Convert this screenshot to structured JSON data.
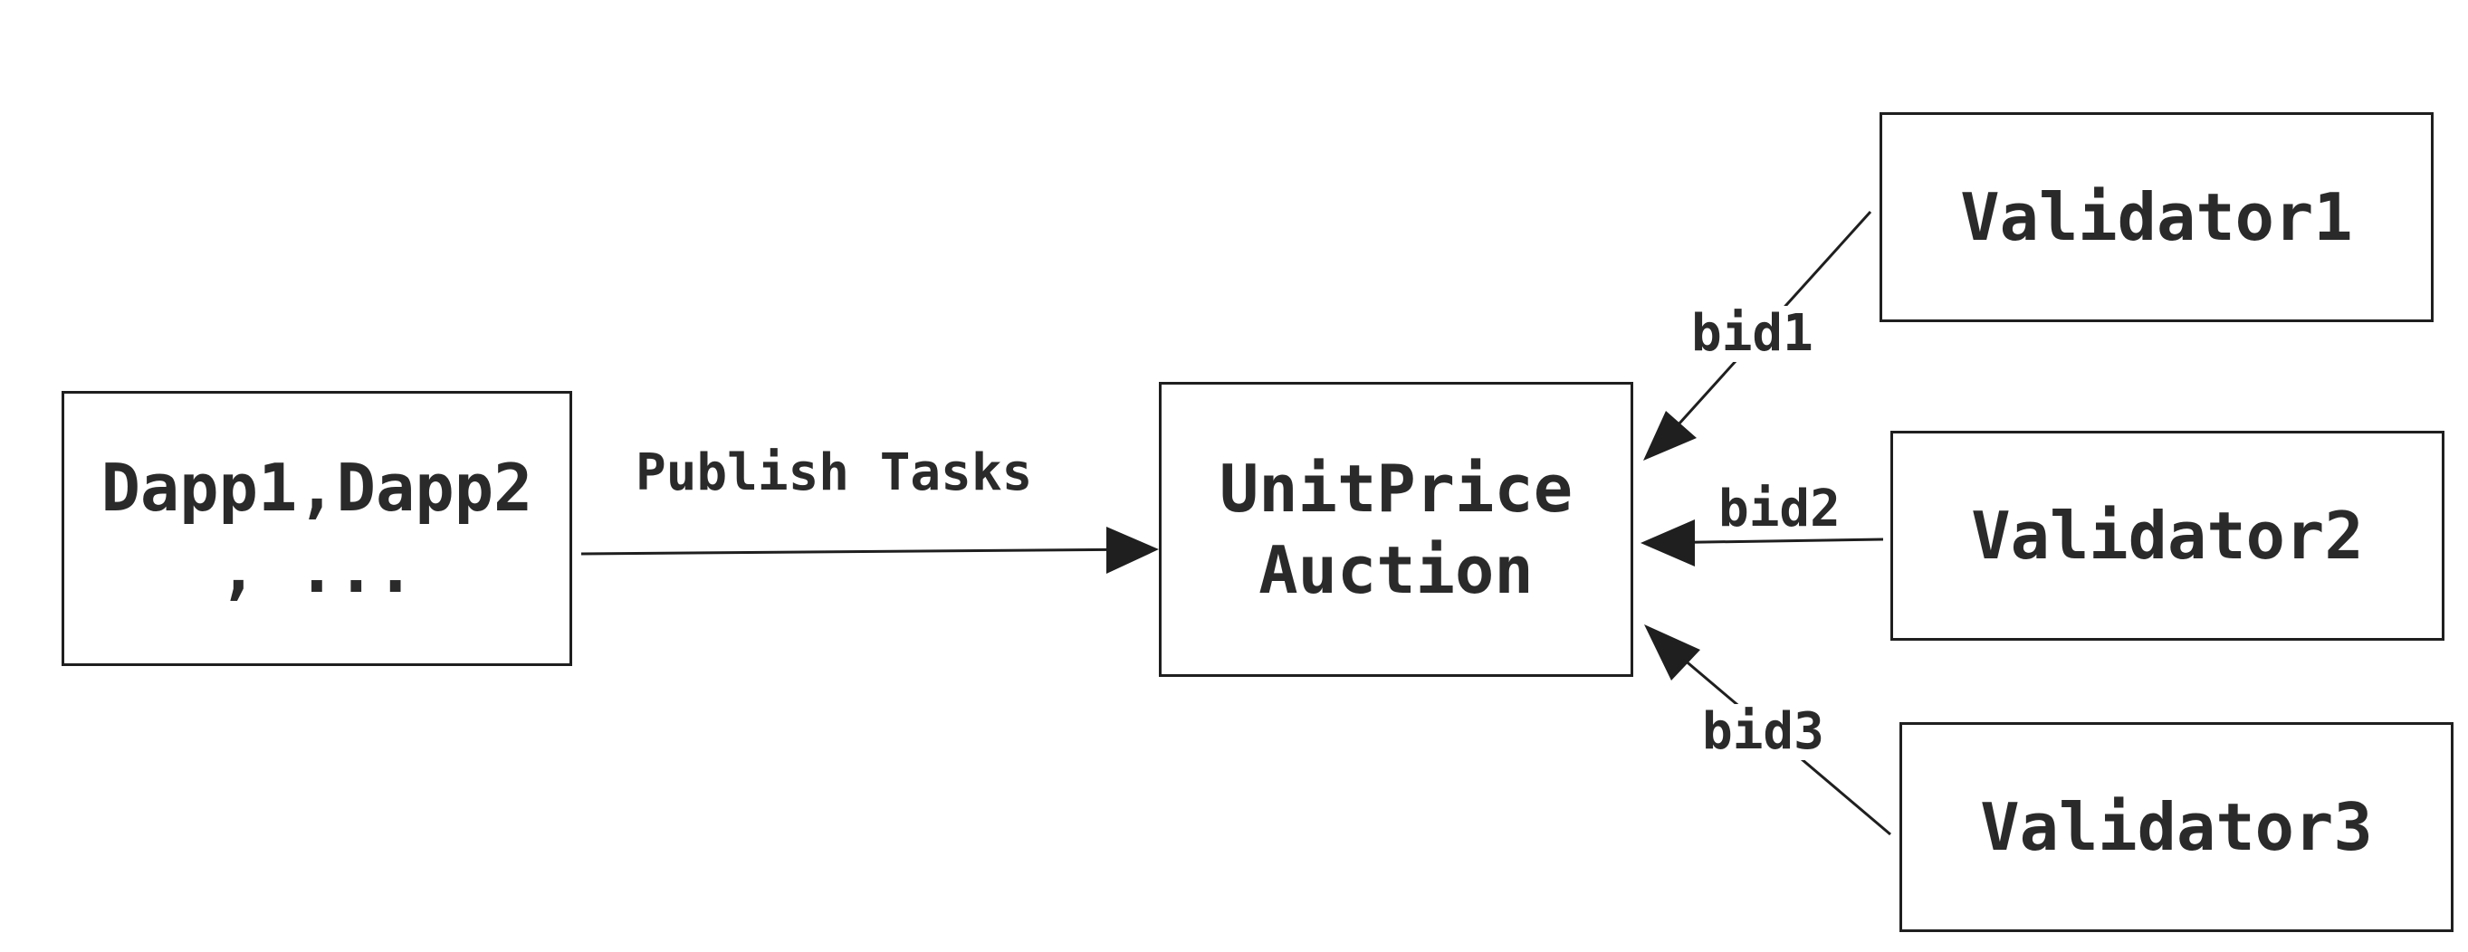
{
  "nodes": {
    "dapps": "Dapp1,Dapp2\n, ...",
    "auction": "UnitPrice\nAuction",
    "validator1": "Validator1",
    "validator2": "Validator2",
    "validator3": "Validator3"
  },
  "edges": {
    "publish": "Publish Tasks",
    "bid1": "bid1",
    "bid2": "bid2",
    "bid3": "bid3"
  },
  "colors": {
    "stroke": "#1f1f1f",
    "text": "#2a2a2a",
    "background": "#ffffff"
  }
}
